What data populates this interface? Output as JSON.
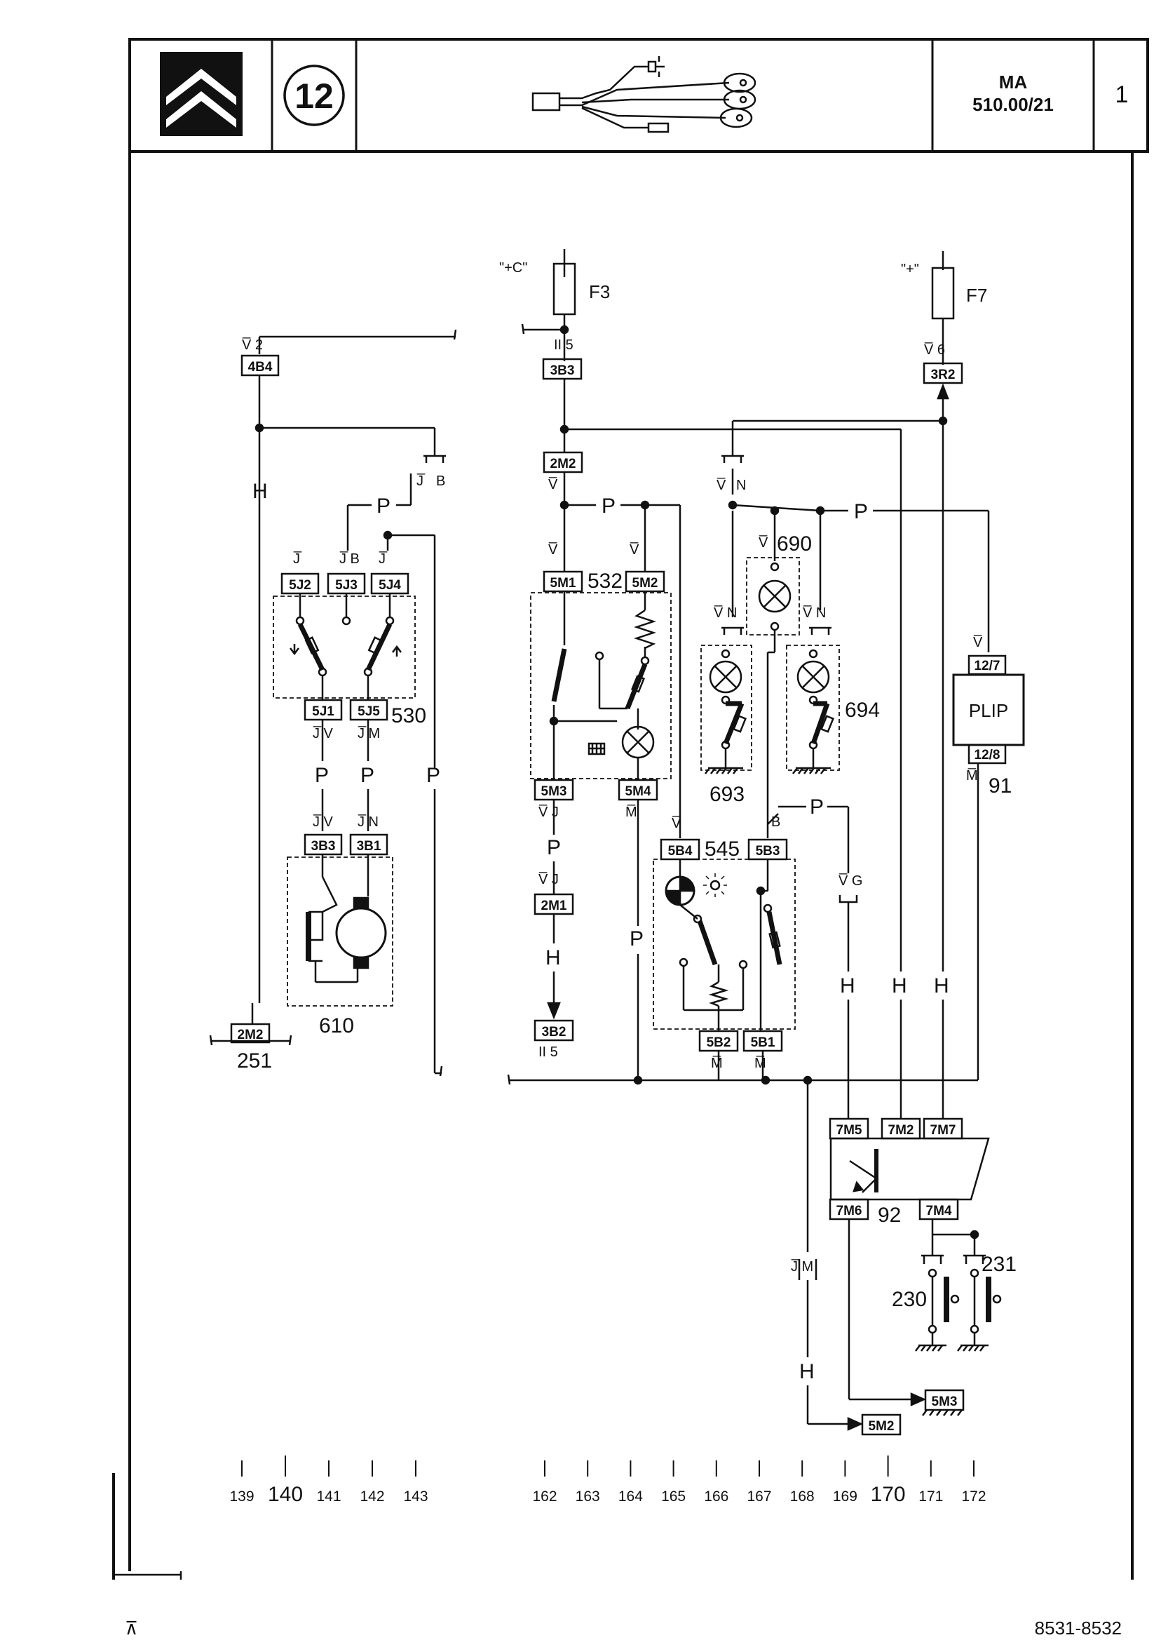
{
  "header": {
    "sheet_code_line1": "MA",
    "sheet_code_line2": "510.00/21",
    "page_number": "1",
    "section_number": "12"
  },
  "footer": {
    "doc_ref": "8531-8532",
    "mark": "⊼"
  },
  "fuses": [
    {
      "id": "F3",
      "supply": "\"+C\"",
      "label": "F3"
    },
    {
      "id": "F7",
      "supply": "\"+\"",
      "label": "F7"
    }
  ],
  "connectors": {
    "4B4": "4B4",
    "3B3a": "3B3",
    "3R2": "3R2",
    "2M2a": "2M2",
    "5J2": "5J2",
    "5J3": "5J3",
    "5J4": "5J4",
    "5J1": "5J1",
    "5J5": "5J5",
    "3B3b": "3B3",
    "3B1": "3B1",
    "2M2b": "2M2",
    "5M1": "5M1",
    "5M2": "5M2",
    "5M3": "5M3",
    "5M4": "5M4",
    "2M1": "2M1",
    "3B2": "3B2",
    "5B4": "5B4",
    "5B3": "5B3",
    "5B2": "5B2",
    "5B1": "5B1",
    "12_7": "12/7",
    "12_8": "12/8",
    "7M5": "7M5",
    "7M2": "7M2",
    "7M7": "7M7",
    "7M6": "7M6",
    "7M4": "7M4",
    "5M2b": "5M2",
    "5M3b": "5M3"
  },
  "components": {
    "c530": "530",
    "c610": "610",
    "c251": "251",
    "c532": "532",
    "c545": "545",
    "c690": "690",
    "c693": "693",
    "c694": "694",
    "c91": "91",
    "c92": "92",
    "c230": "230",
    "c231": "231",
    "plip": "PLIP"
  },
  "wire_labels": {
    "H": "H",
    "P": "P",
    "J": "J",
    "V": "V",
    "B": "B",
    "N": "N",
    "M": "M",
    "G": "G",
    "II5": "II 5",
    "V2": "V 2",
    "V6": "V 6"
  },
  "ruler": {
    "left": [
      "139",
      "140",
      "141",
      "142",
      "143"
    ],
    "right": [
      "162",
      "163",
      "164",
      "165",
      "166",
      "167",
      "168",
      "169",
      "170",
      "171",
      "172"
    ],
    "emphasized": [
      "140",
      "170"
    ]
  }
}
